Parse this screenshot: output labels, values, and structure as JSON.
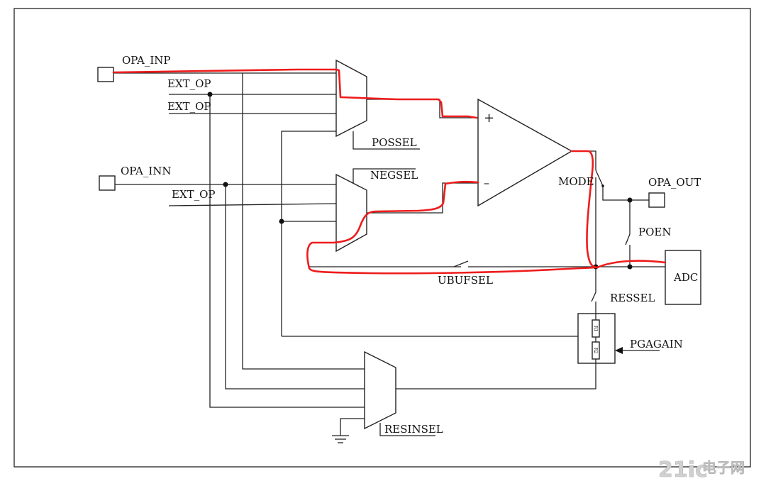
{
  "labels": {
    "opa_inp": "OPA_INP",
    "ext_op_1": "EXT_OP",
    "ext_op_2": "EXT_OP",
    "possel": "POSSEL",
    "opa_inn": "OPA_INN",
    "negsel": "NEGSEL",
    "ext_op_3": "EXT_OP",
    "plus": "+",
    "minus": "–",
    "mode": "MODE",
    "opa_out": "OPA_OUT",
    "poen": "POEN",
    "adc": "ADC",
    "ubufsel": "UBUFSEL",
    "ressel": "RESSEL",
    "pgagain": "PGAGAIN",
    "resinsel": "RESINSEL",
    "res_1": "R1",
    "res_2": "R2"
  },
  "watermark": {
    "brand": "21ic",
    "suffix": "电子网"
  },
  "colors": {
    "highlight": "#ee1c1c",
    "wire": "#222222",
    "watermark": "#c8c8c8"
  }
}
